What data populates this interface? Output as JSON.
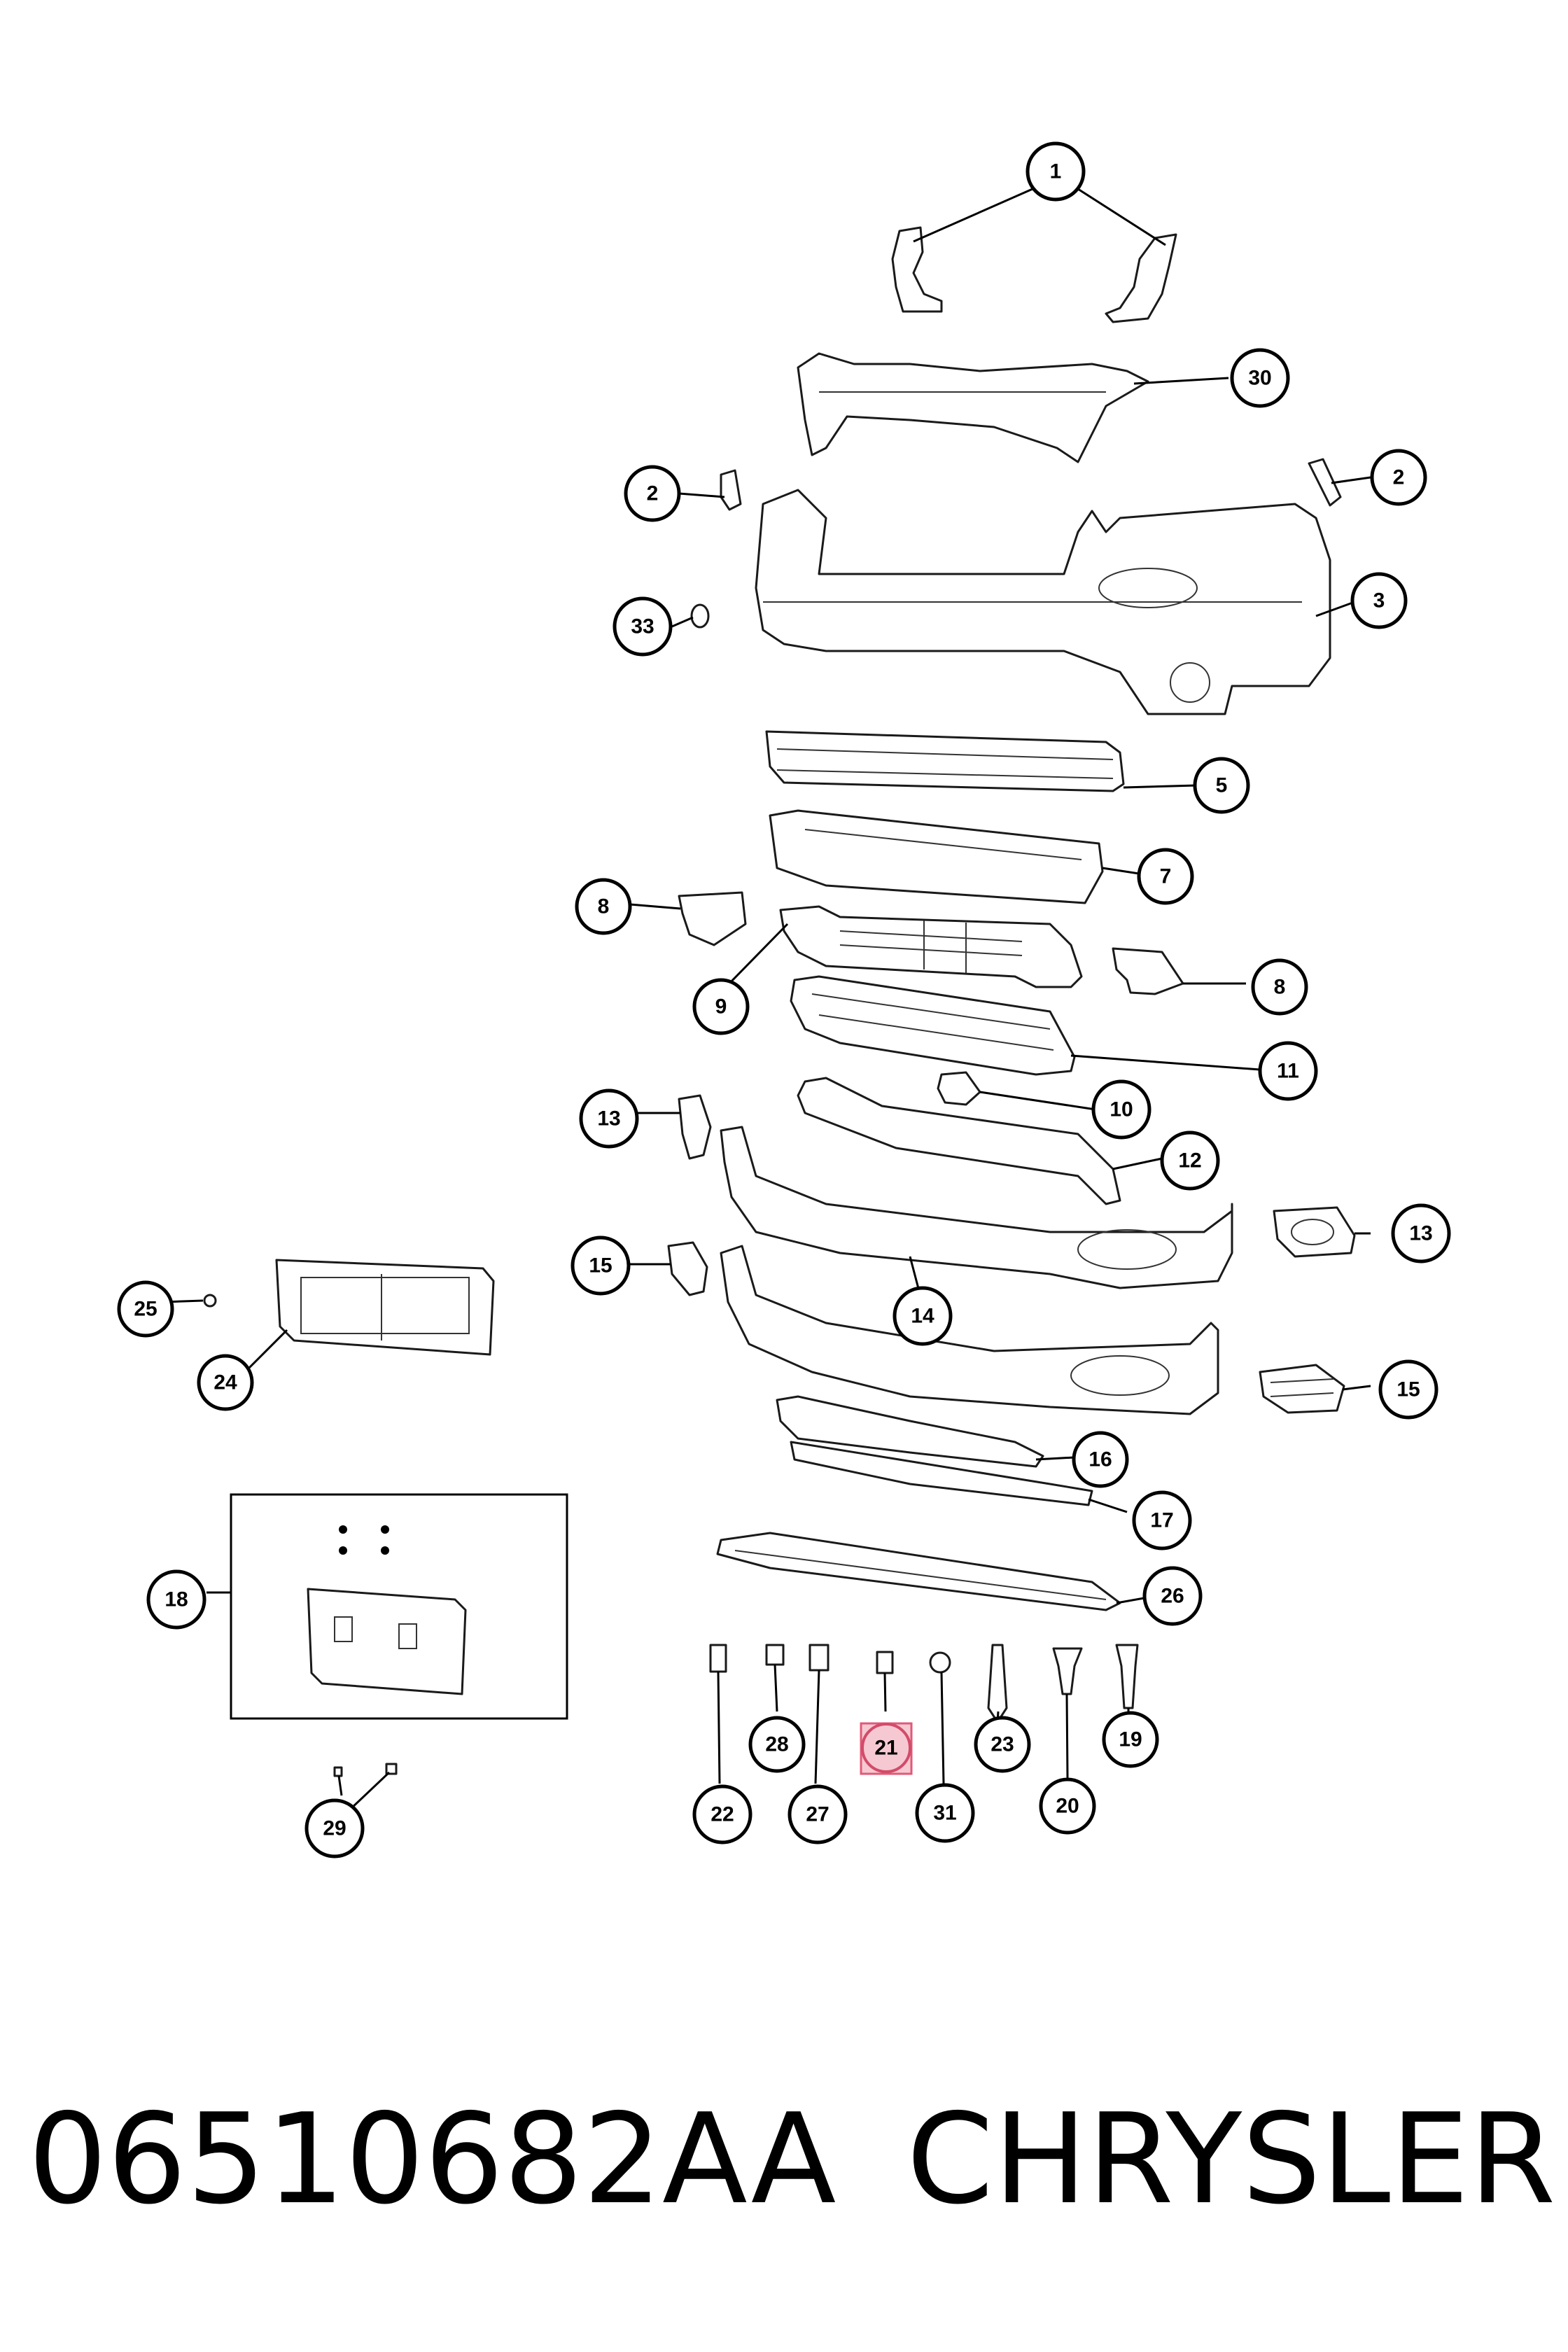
{
  "part_number": "06510682AA",
  "brand": "CHRYSLER",
  "highlighted_callout": "21",
  "highlight_color": "#f6c9d2",
  "callouts": [
    "1",
    "2",
    "3",
    "5",
    "7",
    "8",
    "9",
    "10",
    "11",
    "12",
    "13",
    "14",
    "15",
    "16",
    "17",
    "18",
    "19",
    "20",
    "21",
    "22",
    "23",
    "24",
    "25",
    "26",
    "27",
    "28",
    "29",
    "30",
    "31",
    "33"
  ]
}
